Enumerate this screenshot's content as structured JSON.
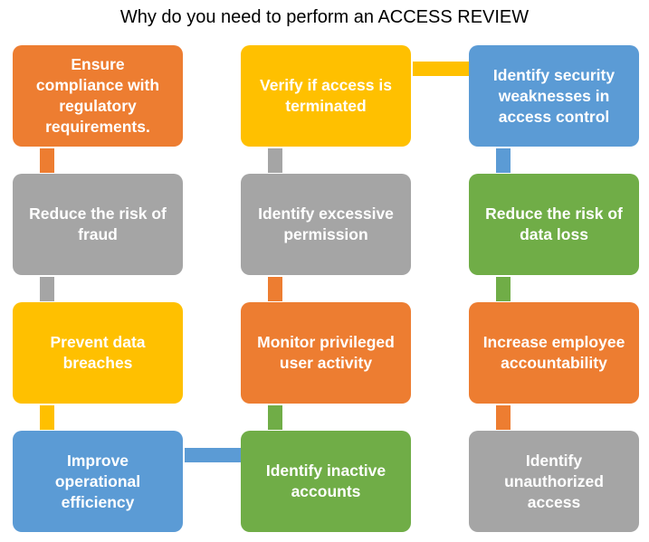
{
  "title": "Why do you need to perform an ACCESS REVIEW",
  "colors": {
    "orange": "#ED7D31",
    "gray": "#A5A5A5",
    "yellow": "#FFC000",
    "blue": "#5B9BD5",
    "green": "#70AD47"
  },
  "columns": [
    {
      "boxes": [
        {
          "text": "Ensure compliance with regulatory requirements.",
          "color": "orange"
        },
        {
          "text": "Reduce the risk of fraud",
          "color": "gray"
        },
        {
          "text": "Prevent data breaches",
          "color": "yellow"
        },
        {
          "text": "Improve operational efficiency",
          "color": "blue"
        }
      ]
    },
    {
      "boxes": [
        {
          "text": "Verify if access is terminated",
          "color": "yellow"
        },
        {
          "text": "Identify excessive permission",
          "color": "gray"
        },
        {
          "text": "Monitor privileged user activity",
          "color": "orange"
        },
        {
          "text": "Identify inactive accounts",
          "color": "green"
        }
      ]
    },
    {
      "boxes": [
        {
          "text": "Identify security weaknesses in access control",
          "color": "blue"
        },
        {
          "text": "Reduce the risk of data loss",
          "color": "green"
        },
        {
          "text": "Increase employee accountability",
          "color": "orange"
        },
        {
          "text": "Identify unauthorized access",
          "color": "gray"
        }
      ]
    }
  ]
}
